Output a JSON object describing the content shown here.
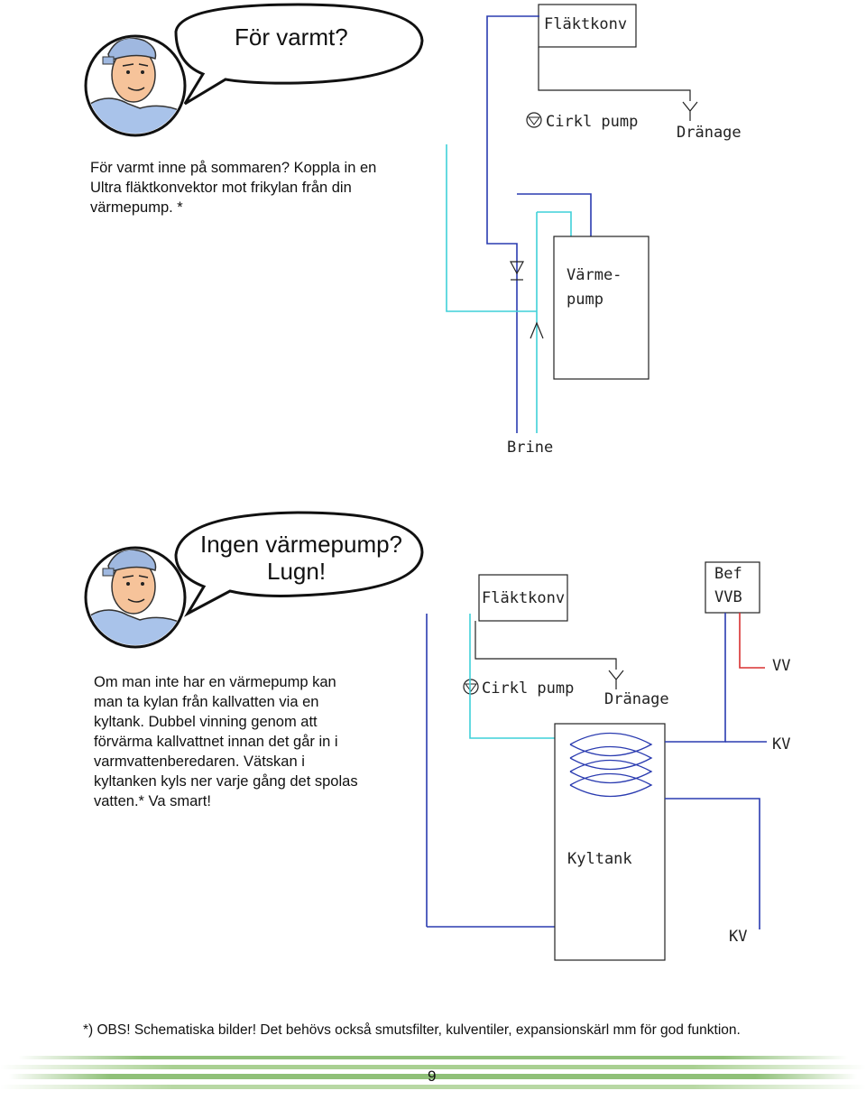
{
  "panel1": {
    "bubble": "För varmt?",
    "paragraph": "För varmt inne på sommaren? Koppla in en Ultra fläktkonvektor mot frikylan från din värmepump. *",
    "labels": {
      "fan": "Fläktkonv",
      "pump": "Cirkl pump",
      "drain": "Dränage",
      "heatpump_1": "Värme-",
      "heatpump_2": "pump",
      "brine": "Brine"
    }
  },
  "panel2": {
    "bubble_1": "Ingen värmepump?",
    "bubble_2": "Lugn!",
    "paragraph": "Om man inte har en värmepump kan man ta kylan från kallvatten via en kyltank. Dubbel vinning genom att förvärma kallvattnet innan det går in i varmvattenberedaren. Vätskan i kyltanken kyls ner varje gång det spolas vatten.* Va smart!",
    "labels": {
      "fan": "Fläktkonv",
      "bef_1": "Bef",
      "bef_2": "VVB",
      "pump": "Cirkl pump",
      "drain": "Dränage",
      "vv": "VV",
      "kv": "KV",
      "tank": "Kyltank",
      "kv_bottom": "KV"
    }
  },
  "footer": {
    "note": "*) OBS! Schematiska bilder! Det behövs också smutsfilter, kulventiler, expansionskärl mm för god funktion.",
    "page_number": "9"
  },
  "colors": {
    "pipe_blue": "#2a3bb0",
    "pipe_cyan": "#3fd0d8",
    "pipe_red": "#d83030",
    "footer_green": "#8fc078"
  },
  "icons": [
    "worker-avatar",
    "speech-bubble",
    "pump-symbol",
    "drain-symbol",
    "check-valve-symbol",
    "coil-symbol"
  ]
}
